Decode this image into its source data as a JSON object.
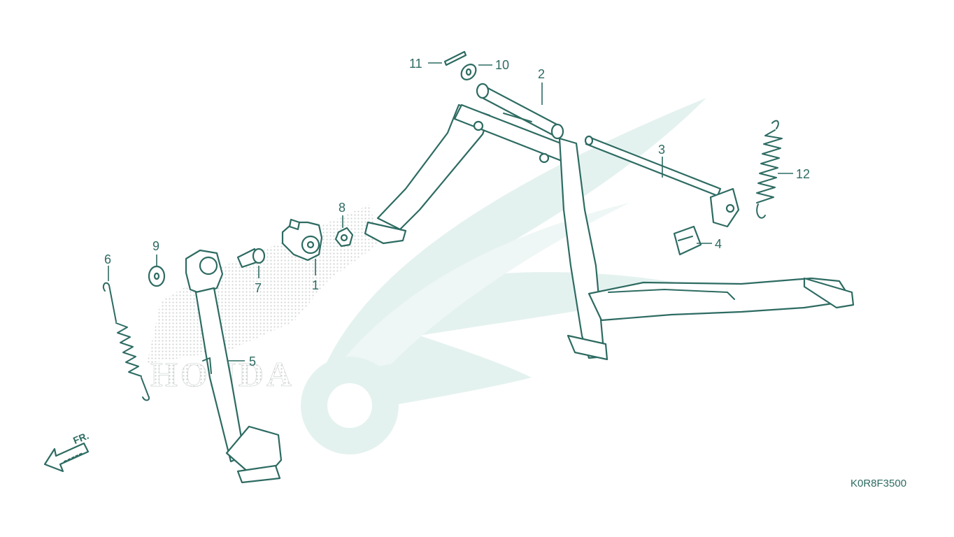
{
  "diagram": {
    "code": "K0R8F3500",
    "brand_watermark": "HONDA",
    "direction_label": "FR.",
    "callouts": [
      "1",
      "2",
      "3",
      "4",
      "5",
      "6",
      "7",
      "8",
      "9",
      "10",
      "11",
      "12"
    ],
    "colors": {
      "line": "#2d6b62",
      "watermark": "#e4f2ef",
      "stipple": "#c9cfcd",
      "background": "#ffffff"
    }
  }
}
